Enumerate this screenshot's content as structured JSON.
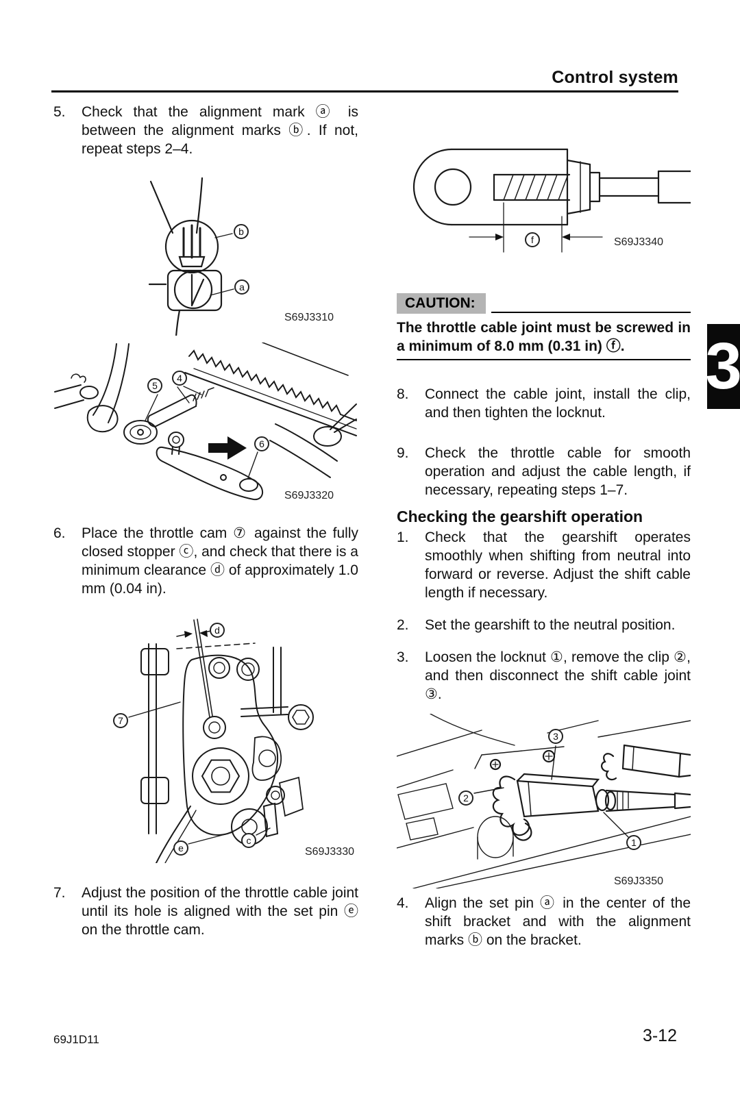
{
  "header": {
    "title": "Control system"
  },
  "chapter_tab": {
    "number": "3"
  },
  "footer": {
    "doc_code": "69J1D11",
    "page_number": "3-12"
  },
  "throttle_section": {
    "steps": {
      "s5": {
        "num": "5.",
        "text": "Check that the alignment mark ⓐ is between the alignment marks ⓑ. If not, repeat steps 2–4."
      },
      "s6": {
        "num": "6.",
        "text": "Place the throttle cam ⑦ against the fully closed stopper ⓒ, and check that there is a minimum clearance ⓓ of approximately 1.0 mm (0.04 in)."
      },
      "s7": {
        "num": "7.",
        "text": "Adjust the position of the throttle cable joint until its hole is aligned with the set pin ⓔ on the throttle cam."
      },
      "s8": {
        "num": "8.",
        "text": "Connect the cable joint, install the clip, and then tighten the locknut."
      },
      "s9": {
        "num": "9.",
        "text": "Check the throttle cable for smooth operation and adjust the cable length, if necessary, repeating steps 1–7."
      }
    },
    "caution": {
      "label": "CAUTION:",
      "text": "The throttle cable joint must be screwed in a minimum of 8.0 mm (0.31 in) ⓕ."
    }
  },
  "gearshift_section": {
    "heading": "Checking the gearshift operation",
    "steps": {
      "s1": {
        "num": "1.",
        "text": "Check that the gearshift operates smoothly when shifting from neutral into forward or reverse. Adjust the shift cable length if necessary."
      },
      "s2": {
        "num": "2.",
        "text": "Set the gearshift to the neutral position."
      },
      "s3": {
        "num": "3.",
        "text": "Loosen the locknut ①, remove the clip ②, and then disconnect the shift cable joint ③."
      },
      "s4": {
        "num": "4.",
        "text": "Align the set pin ⓐ in the center of the shift bracket and with the alignment marks ⓑ on the bracket."
      }
    }
  },
  "figures": {
    "fig1": {
      "caption": "S69J3310",
      "labels": {
        "b": "b",
        "a": "a"
      }
    },
    "fig2": {
      "caption": "S69J3320",
      "labels": {
        "n5": "5",
        "n4": "4",
        "n6": "6"
      }
    },
    "fig3": {
      "caption": "S69J3330",
      "labels": {
        "d": "d",
        "n7": "7",
        "e": "e",
        "c": "c"
      }
    },
    "fig4": {
      "caption": "S69J3340",
      "labels": {
        "f": "f"
      }
    },
    "fig5": {
      "caption": "S69J3350",
      "labels": {
        "n3": "3",
        "n2": "2",
        "n1": "1"
      }
    }
  }
}
